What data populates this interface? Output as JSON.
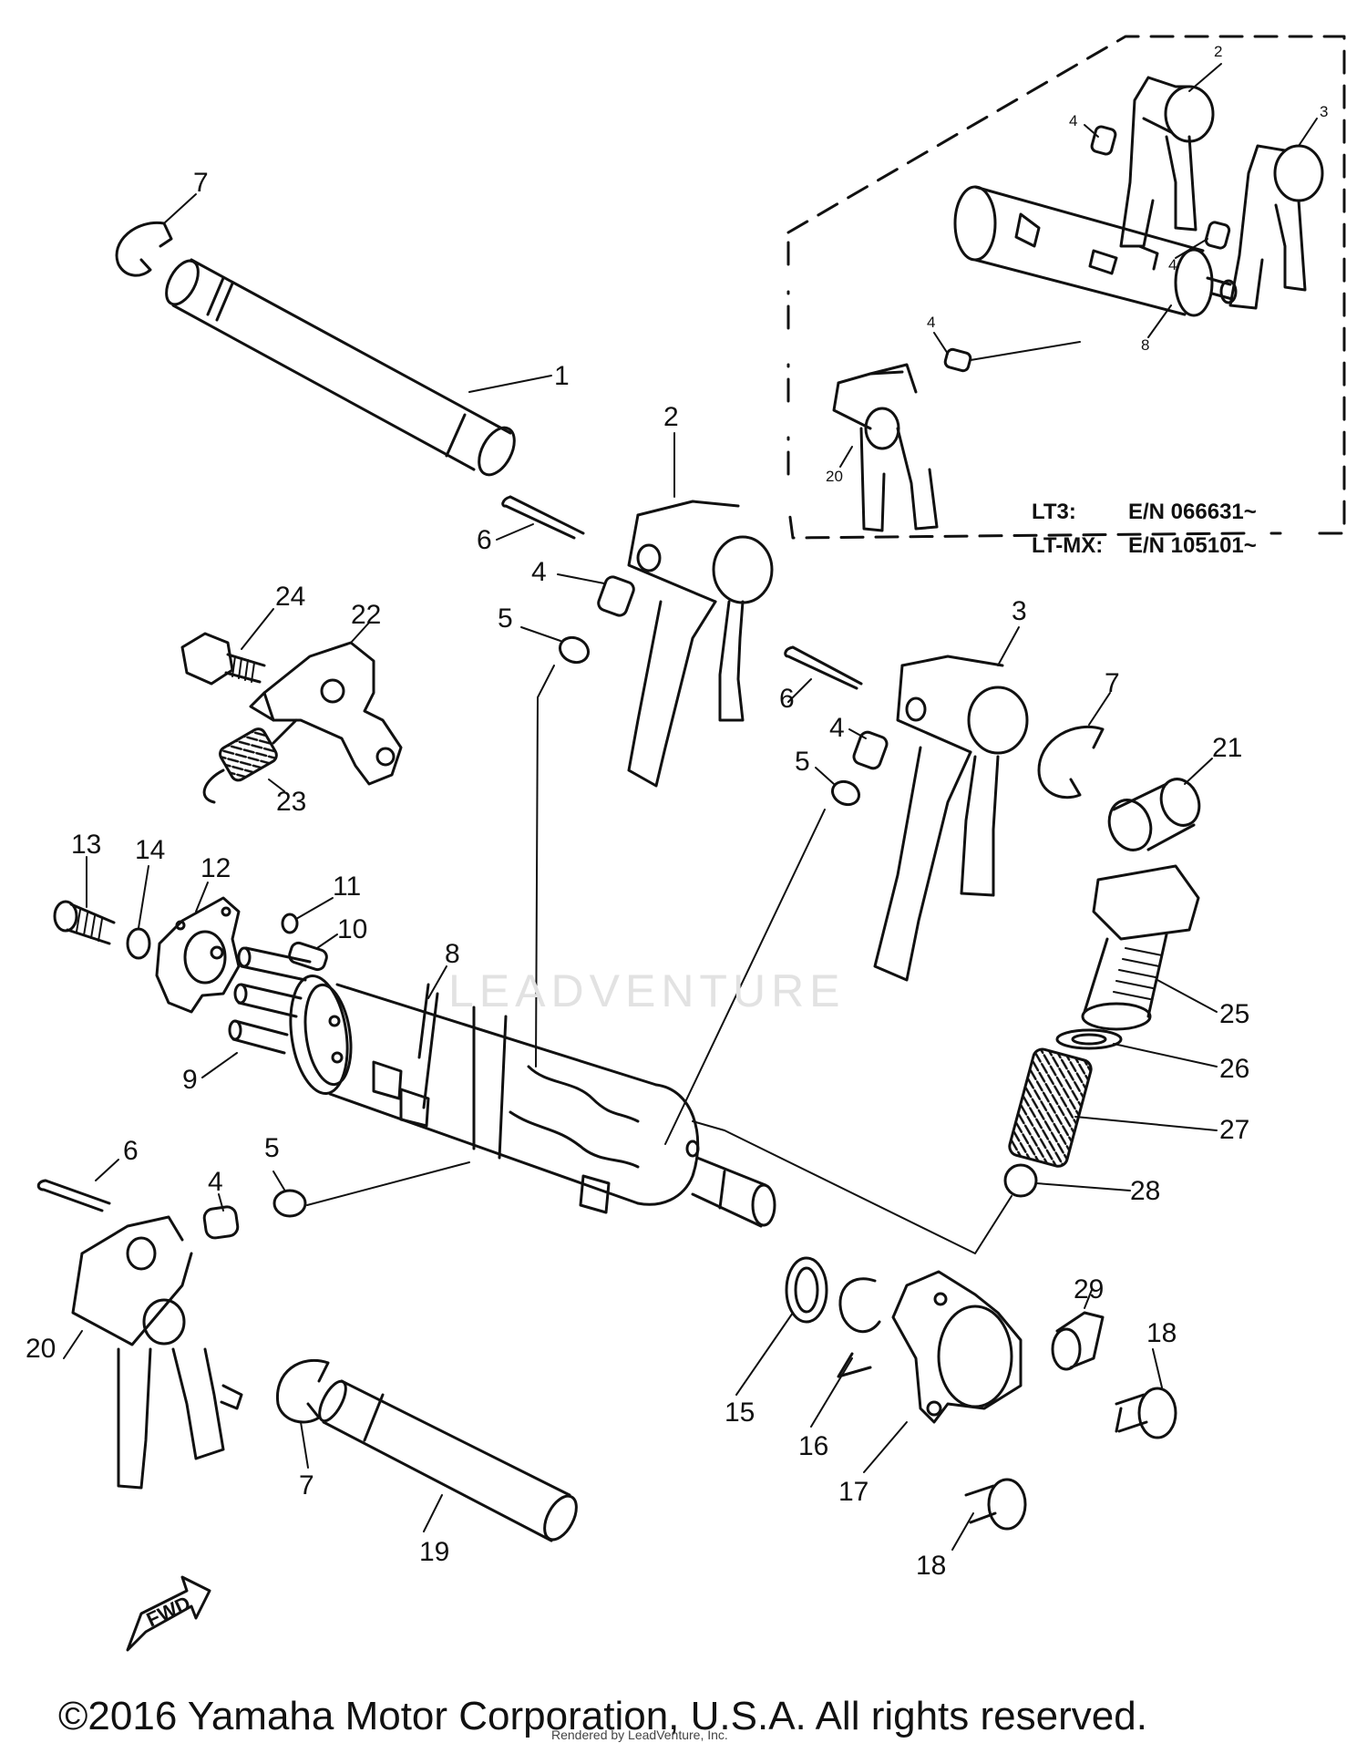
{
  "callouts": {
    "c1": "1",
    "c2": "2",
    "c3": "3",
    "c4a": "4",
    "c4b": "4",
    "c4c": "4",
    "c5a": "5",
    "c5b": "5",
    "c5c": "5",
    "c6a": "6",
    "c6b": "6",
    "c6c": "6",
    "c7a": "7",
    "c7b": "7",
    "c7c": "7",
    "c8": "8",
    "c9": "9",
    "c10": "10",
    "c11": "11",
    "c12": "12",
    "c13": "13",
    "c14": "14",
    "c15": "15",
    "c16": "16",
    "c17": "17",
    "c18a": "18",
    "c18b": "18",
    "c19": "19",
    "c20": "20",
    "c21": "21",
    "c22": "22",
    "c23": "23",
    "c24": "24",
    "c25": "25",
    "c26": "26",
    "c27": "27",
    "c28": "28",
    "c29": "29"
  },
  "inset": {
    "callouts": {
      "i2": "2",
      "i3": "3",
      "i4a": "4",
      "i4b": "4",
      "i4c": "4",
      "i8": "8",
      "i20": "20"
    },
    "variants": {
      "lt3_model": "LT3:",
      "lt3_serial": "E/N 066631~",
      "ltmx_model": "LT-MX:",
      "ltmx_serial": "E/N 105101~"
    }
  },
  "direction_label": "FWD",
  "watermark": "LEADVENTURE",
  "copyright": "©2016 Yamaha Motor Corporation, U.S.A. All rights reserved.",
  "rendered_by": "Rendered by LeadVenture, Inc."
}
